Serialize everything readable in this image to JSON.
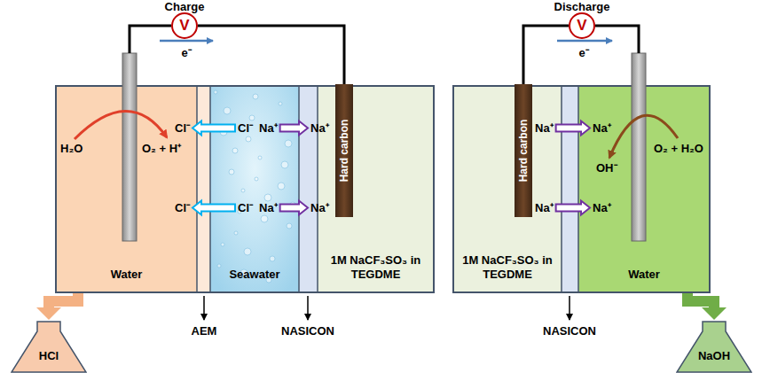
{
  "diagram": {
    "nodes": [
      {
        "text": [
          "Water"
        ]
      },
      {
        "text": [
          "Seawater"
        ]
      },
      {
        "text": [
          "1M NaCF₃SO₃ in TEGDME"
        ]
      },
      {
        "text": [
          "Hard carbon"
        ]
      },
      {
        "text": [
          "V"
        ]
      },
      {
        "text": [
          "HCl"
        ]
      },
      {
        "text": [
          "1M NaCF₃SO₃ in TEGDME"
        ]
      },
      {
        "text": [
          "Hard carbon"
        ]
      },
      {
        "text": [
          "Water"
        ]
      },
      {
        "text": [
          "V"
        ]
      },
      {
        "text": [
          "NaOH"
        ]
      }
    ],
    "edges": [
      {
        "from": 4,
        "to": 3,
        "arrow": "none"
      },
      {
        "from": 0,
        "to": 5,
        "arrow": "to"
      },
      {
        "from": 9,
        "to": 7,
        "arrow": "none"
      },
      {
        "from": 8,
        "to": 10,
        "arrow": "to"
      }
    ],
    "labels": [
      "Charge",
      "e⁻",
      "Cl⁻",
      "Cl⁻",
      "Na⁺",
      "Na⁺",
      "H₂O",
      "O₂ + H⁺",
      "Cl⁻",
      "Cl⁻",
      "Na⁺",
      "Na⁺",
      "AEM",
      "NASICON",
      "Discharge",
      "e⁻",
      "Na⁺",
      "Na⁺",
      "OH⁻",
      "O₂ + H₂O",
      "Na⁺",
      "Na⁺",
      "NASICON"
    ]
  }
}
